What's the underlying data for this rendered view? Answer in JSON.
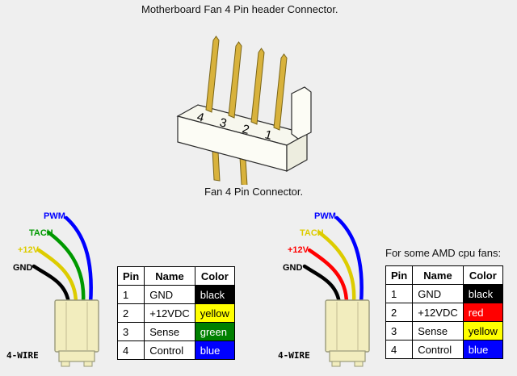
{
  "page": {
    "title": "Motherboard Fan 4 Pin header Connector.",
    "subtitle": "Fan 4 Pin Connector."
  },
  "header_connector": {
    "pin_numbers": [
      "4",
      "3",
      "2",
      "1"
    ],
    "pin_color": "#d8b23c",
    "pin_edge_color": "#7a6518"
  },
  "left_assembly": {
    "wire_label": "4-WIRE",
    "wires": [
      {
        "name": "PWM",
        "color": "#0000ff"
      },
      {
        "name": "TACH",
        "color": "#009900"
      },
      {
        "name": "+12V",
        "color": "#ddcc00"
      },
      {
        "name": "GND",
        "color": "#000000"
      }
    ]
  },
  "right_assembly": {
    "caption": "For some AMD cpu fans:",
    "wire_label": "4-WIRE",
    "wires": [
      {
        "name": "PWM",
        "color": "#0000ff"
      },
      {
        "name": "TACH",
        "color": "#ddcc00"
      },
      {
        "name": "+12V",
        "color": "#ff0000"
      },
      {
        "name": "GND",
        "color": "#000000"
      }
    ]
  },
  "left_table": {
    "headers": [
      "Pin",
      "Name",
      "Color"
    ],
    "rows": [
      {
        "pin": "1",
        "name": "GND",
        "color": "black",
        "bg": "#000000",
        "fg": "#ffffff"
      },
      {
        "pin": "2",
        "name": "+12VDC",
        "color": "yellow",
        "bg": "#ffff00",
        "fg": "#000000"
      },
      {
        "pin": "3",
        "name": "Sense",
        "color": "green",
        "bg": "#008000",
        "fg": "#ffffff"
      },
      {
        "pin": "4",
        "name": "Control",
        "color": "blue",
        "bg": "#0000ff",
        "fg": "#ffffff"
      }
    ]
  },
  "right_table": {
    "headers": [
      "Pin",
      "Name",
      "Color"
    ],
    "rows": [
      {
        "pin": "1",
        "name": "GND",
        "color": "black",
        "bg": "#000000",
        "fg": "#ffffff"
      },
      {
        "pin": "2",
        "name": "+12VDC",
        "color": "red",
        "bg": "#ff0000",
        "fg": "#ffffff"
      },
      {
        "pin": "3",
        "name": "Sense",
        "color": "yellow",
        "bg": "#ffff00",
        "fg": "#000000"
      },
      {
        "pin": "4",
        "name": "Control",
        "color": "blue",
        "bg": "#0000ff",
        "fg": "#ffffff"
      }
    ]
  }
}
